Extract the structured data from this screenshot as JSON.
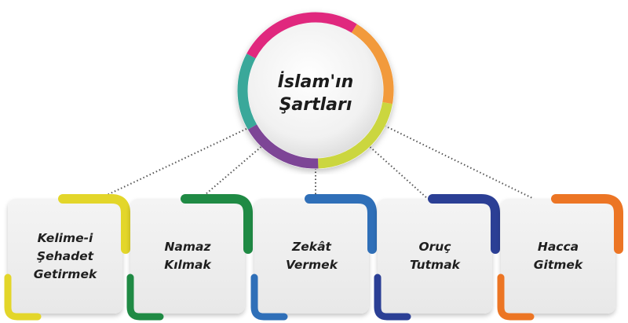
{
  "center": {
    "title_lines": [
      "İslam'ın",
      "Şartları"
    ],
    "ring_colors": [
      "#e0287e",
      "#f29a3c",
      "#cbd63f",
      "#7d4596",
      "#3aa89a"
    ]
  },
  "cards": [
    {
      "lines": [
        "Kelime-i",
        "Şehadet",
        "Getirmek"
      ],
      "accent": "#e3d62a"
    },
    {
      "lines": [
        "Namaz",
        "Kılmak"
      ],
      "accent": "#1f8a44"
    },
    {
      "lines": [
        "Zekât",
        "Vermek"
      ],
      "accent": "#2f6fb8"
    },
    {
      "lines": [
        "Oruç",
        "Tutmak"
      ],
      "accent": "#2b3f95"
    },
    {
      "lines": [
        "Hacca",
        "Gitmek"
      ],
      "accent": "#ec7524"
    }
  ],
  "connector_color": "#555555"
}
